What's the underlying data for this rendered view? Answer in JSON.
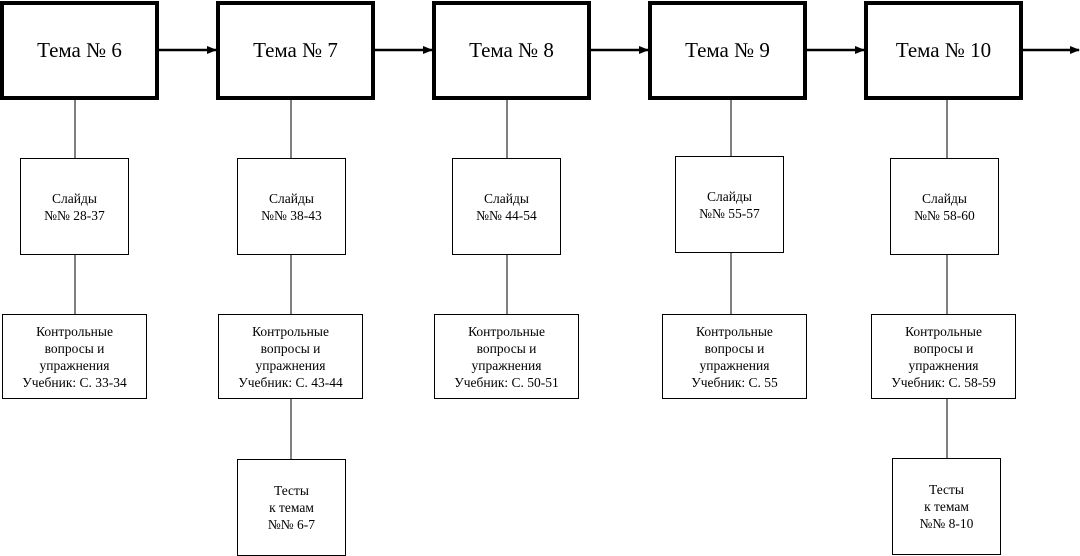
{
  "topics": [
    {
      "title": "Тема № 6",
      "slides": "Слайды\n№№ 28-37",
      "exercises": "Контрольные\nвопросы и\nупражнения\nУчебник: С. 33-34",
      "tests": ""
    },
    {
      "title": "Тема № 7",
      "slides": "Слайды\n№№ 38-43",
      "exercises": "Контрольные\nвопросы и\nупражнения\nУчебник: С. 43-44",
      "tests": "Тесты\nк темам\n№№ 6-7"
    },
    {
      "title": "Тема № 8",
      "slides": "Слайды\n№№ 44-54",
      "exercises": "Контрольные\nвопросы и\nупражнения\nУчебник: С. 50-51",
      "tests": ""
    },
    {
      "title": "Тема № 9",
      "slides": "Слайды\n№№ 55-57",
      "exercises": "Контрольные\nвопросы и\nупражнения\nУчебник: С. 55",
      "tests": ""
    },
    {
      "title": "Тема № 10",
      "slides": "Слайды\n№№ 58-60",
      "exercises": "Контрольные\nвопросы и\nупражнения\nУчебник: С. 58-59",
      "tests": "Тесты\nк темам\n№№ 8-10"
    }
  ]
}
